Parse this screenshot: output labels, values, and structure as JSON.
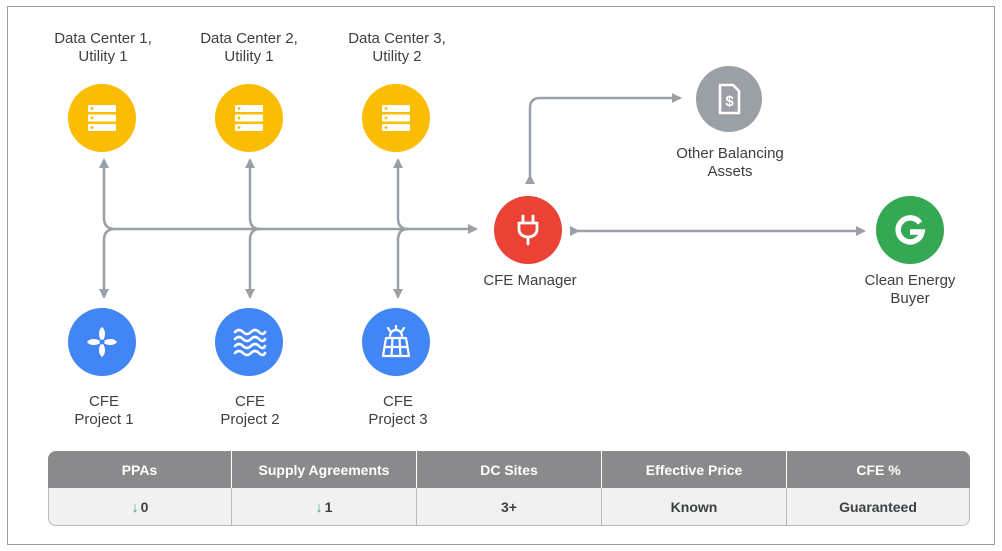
{
  "nodes": {
    "dc1": {
      "label": "Data Center 1,\nUtility 1",
      "icon": "server-icon",
      "color": "#fbbc04"
    },
    "dc2": {
      "label": "Data Center 2,\nUtility 1",
      "icon": "server-icon",
      "color": "#fbbc04"
    },
    "dc3": {
      "label": "Data Center 3,\nUtility 2",
      "icon": "server-icon",
      "color": "#fbbc04"
    },
    "balancing": {
      "label": "Other Balancing\nAssets",
      "icon": "document-dollar-icon",
      "color": "#9aa0a6"
    },
    "manager": {
      "label": "CFE Manager",
      "icon": "plug-icon",
      "color": "#ea4335"
    },
    "buyer": {
      "label": "Clean Energy\nBuyer",
      "icon": "google-g-icon",
      "color": "#34a853"
    },
    "p1": {
      "label": "CFE\nProject 1",
      "icon": "wind-turbine-icon",
      "color": "#4285f4"
    },
    "p2": {
      "label": "CFE\nProject 2",
      "icon": "water-waves-icon",
      "color": "#4285f4"
    },
    "p3": {
      "label": "CFE\nProject 3",
      "icon": "solar-panel-icon",
      "color": "#4285f4"
    }
  },
  "table": {
    "headers": [
      "PPAs",
      "Supply Agreements",
      "DC Sites",
      "Effective Price",
      "CFE %"
    ],
    "values": [
      "0",
      "1",
      "3+",
      "Known",
      "Guaranteed"
    ],
    "trend_icons": [
      "arrow-down-icon",
      "arrow-down-icon",
      "",
      "",
      ""
    ],
    "trend_color": "#34a853"
  }
}
